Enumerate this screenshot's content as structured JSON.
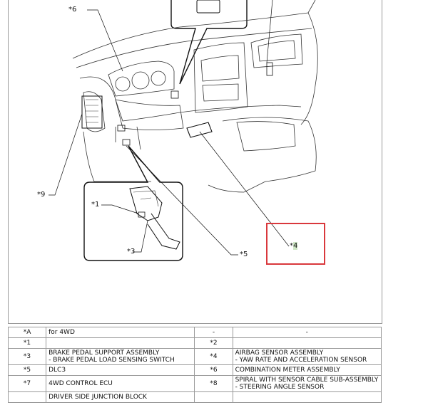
{
  "callouts": {
    "c6": "*6",
    "c9": "*9",
    "c1": "*1",
    "c3": "*3",
    "c5": "*5",
    "c4_prefix": "*",
    "c4_num": "4"
  },
  "table": {
    "rows": [
      {
        "k1": "*A",
        "v1": "for 4WD",
        "k2": "-",
        "v2": "-"
      },
      {
        "k1": "*1",
        "v1": "",
        "k2": "*2",
        "v2": ""
      },
      {
        "k1": "*3",
        "v1a": "BRAKE PEDAL SUPPORT ASSEMBLY",
        "v1b": "- BRAKE PEDAL LOAD SENSING SWITCH",
        "k2": "*4",
        "v2a": "AIRBAG SENSOR ASSEMBLY",
        "v2b": "- YAW RATE AND ACCELERATION SENSOR"
      },
      {
        "k1": "*5",
        "v1": "DLC3",
        "k2": "*6",
        "v2": "COMBINATION METER ASSEMBLY"
      },
      {
        "k1": "*7",
        "v1": "4WD CONTROL ECU",
        "k2": "*8",
        "v2a": "SPIRAL WITH SENSOR CABLE SUB-ASSEMBLY",
        "v2b": "- STEERING ANGLE SENSOR"
      },
      {
        "v1": "DRIVER SIDE JUNCTION BLOCK"
      }
    ]
  }
}
